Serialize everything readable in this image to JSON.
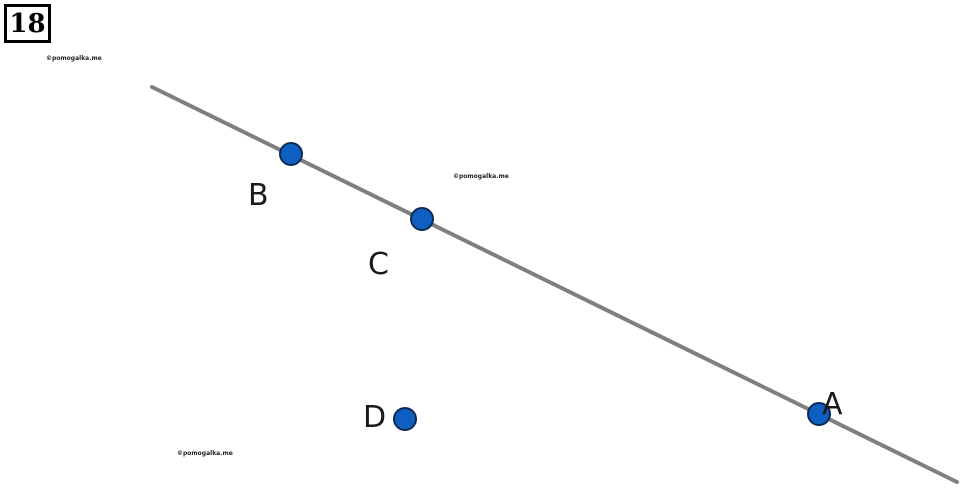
{
  "problem_number": "18",
  "watermarks": [
    "©pomogalka.me",
    "©pomogalka.me",
    "©pomogalka.me"
  ],
  "colors": {
    "line": "#7f7f7f",
    "point_fill": "#0f5fc0",
    "point_stroke": "#0a2a55",
    "label": "#1a1a1a"
  },
  "points": [
    {
      "id": "B",
      "label": "B",
      "on_line": true
    },
    {
      "id": "C",
      "label": "C",
      "on_line": true
    },
    {
      "id": "A",
      "label": "A",
      "on_line": true
    },
    {
      "id": "D",
      "label": "D",
      "on_line": false
    }
  ]
}
